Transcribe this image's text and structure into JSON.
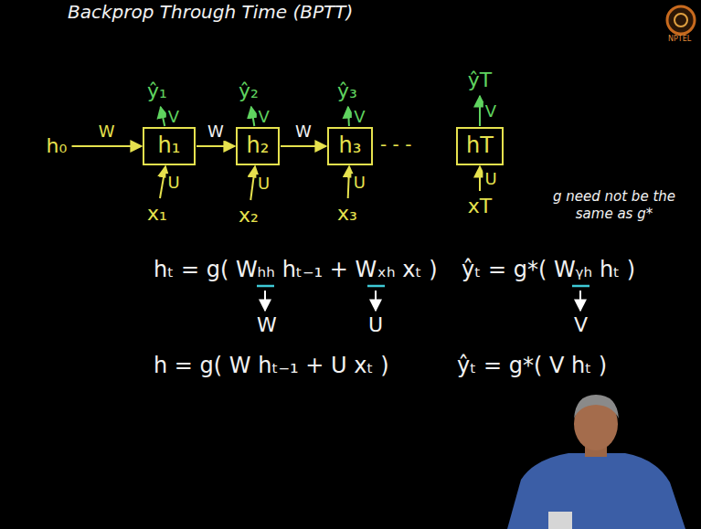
{
  "diagram": {
    "title": "Backprop Through Time (BPTT)",
    "nodes": [
      {
        "text": [
          "ŷ₁"
        ]
      },
      {
        "text": [
          "ŷ₂"
        ]
      },
      {
        "text": [
          "ŷ₃"
        ]
      },
      {
        "text": [
          "ŷT"
        ]
      },
      {
        "text": [
          "h₀"
        ]
      },
      {
        "text": [
          "h₁"
        ]
      },
      {
        "text": [
          "h₂"
        ]
      },
      {
        "text": [
          "h₃"
        ]
      },
      {
        "text": [
          "hT"
        ]
      },
      {
        "text": [
          "x₁"
        ]
      },
      {
        "text": [
          "x₂"
        ]
      },
      {
        "text": [
          "x₃"
        ]
      },
      {
        "text": [
          "xT"
        ]
      }
    ],
    "edges": [
      {
        "from": 4,
        "to": 5,
        "label": "W",
        "arrow": "to"
      },
      {
        "from": 5,
        "to": 6,
        "label": "W",
        "arrow": "to"
      },
      {
        "from": 6,
        "to": 7,
        "label": "W",
        "arrow": "to"
      },
      {
        "from": 9,
        "to": 5,
        "label": "U",
        "arrow": "to"
      },
      {
        "from": 10,
        "to": 6,
        "label": "U",
        "arrow": "to"
      },
      {
        "from": 11,
        "to": 7,
        "label": "U",
        "arrow": "to"
      },
      {
        "from": 12,
        "to": 8,
        "label": "U",
        "arrow": "to"
      },
      {
        "from": 5,
        "to": 0,
        "label": "V",
        "arrow": "to"
      },
      {
        "from": 6,
        "to": 1,
        "label": "V",
        "arrow": "to"
      },
      {
        "from": 7,
        "to": 2,
        "label": "V",
        "arrow": "to"
      },
      {
        "from": 8,
        "to": 3,
        "label": "V",
        "arrow": "to"
      }
    ],
    "labels": [
      "- - -",
      "g need not be the same as g*",
      "hₜ = g( Wₕₕ hₜ₋₁ + Wₓₕ xₜ )",
      "W",
      "U",
      "ŷₜ = g*( Wᵧₕ hₜ )",
      "V",
      "h = g( W hₜ₋₁ + U xₜ )",
      "ŷₜ = g*( V hₜ )",
      "NPTEL"
    ]
  }
}
